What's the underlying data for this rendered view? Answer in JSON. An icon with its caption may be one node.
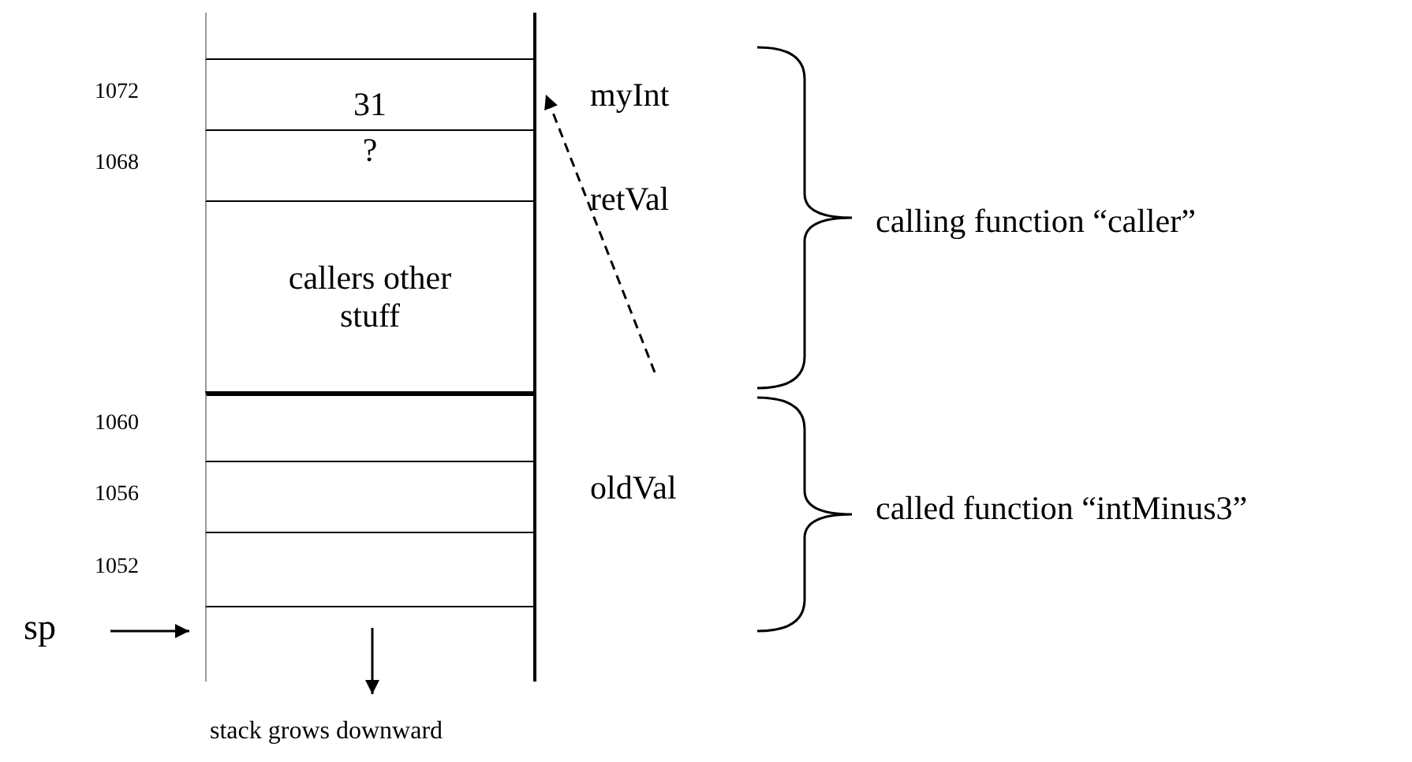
{
  "diagram": {
    "nodes": [
      {
        "text": [],
        "shape": "box"
      },
      {
        "text": [
          "31"
        ],
        "beside": [
          "1072",
          "myInt"
        ]
      },
      {
        "text": [
          "?"
        ],
        "beside": [
          "1068",
          "retVal"
        ]
      },
      {
        "text": [
          "callers other stuff"
        ]
      },
      {
        "text": [],
        "shape": "box",
        "beside": [
          "1060"
        ]
      },
      {
        "text": [],
        "shape": "box",
        "beside": [
          "1056",
          "oldVal"
        ]
      },
      {
        "text": [],
        "shape": "box",
        "beside": [
          "1052"
        ]
      },
      {
        "text": [],
        "shape": "box"
      },
      {
        "text": [
          "sp"
        ]
      }
    ],
    "edges": [
      {
        "from": 8,
        "to": 7,
        "arrow": "to"
      },
      {
        "from": null,
        "to": 1,
        "arrow": "to",
        "style": "dashed"
      }
    ],
    "labels": [
      "calling function “caller”",
      "called function “intMinus3”",
      "stack grows downward"
    ]
  }
}
